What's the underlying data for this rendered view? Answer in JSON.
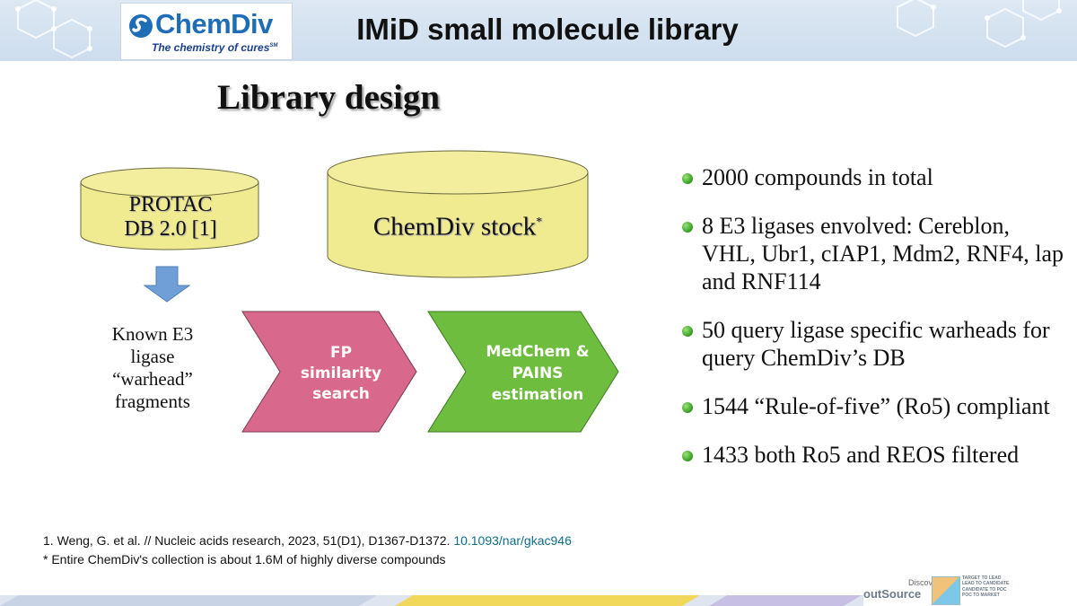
{
  "header": {
    "logo": {
      "name": "ChemDiv",
      "tagline": "The chemistry of cures",
      "tagline_mark": "SM"
    },
    "title": "IMiD small molecule library"
  },
  "slide_title": "Library design",
  "diagram": {
    "protac_db": {
      "line1": "PROTAC",
      "line2": "DB 2.0 [1]"
    },
    "stock_db": {
      "label": "ChemDiv stock",
      "mark": "*"
    },
    "known_fragments": {
      "line1": "Known E3",
      "line2": "ligase",
      "line3": "“warhead”",
      "line4": "fragments"
    },
    "step_fp": {
      "line1": "FP",
      "line2": "similarity",
      "line3": "search"
    },
    "step_medchem": {
      "line1": "MedChem &",
      "line2": "PAINS",
      "line3": "estimation"
    }
  },
  "bullets": [
    "2000 compounds in total",
    "8 E3 ligases envolved: Cereblon, VHL, Ubr1, cIAP1, Mdm2, RNF4, lap and RNF114",
    "50 query ligase specific warheads for query ChemDiv’s DB",
    "1544 “Rule-of-five” (Ro5) compliant",
    "1433 both Ro5 and REOS filtered"
  ],
  "footnotes": {
    "ref1_text": "1. Weng, G. et al. // Nucleic acids research, 2023, 51(D1), D1367-D1372.",
    "ref1_doi": "10.1093/nar/gkac946",
    "note": "* Entire ChemDiv's collection is about 1.6M of highly diverse compounds"
  },
  "footer_logo": {
    "discovery": "Discovery™",
    "outsource": "outSource",
    "lines": [
      "TARGET TO LEAD",
      "LEAD TO CANDIDATE",
      "CANDIDATE TO POC",
      "POC TO MARKET"
    ]
  },
  "colors": {
    "cylinder_fill": "#f0ea90",
    "cylinder_stroke": "#6a6a40",
    "arrow_blue": "#6f9fd6",
    "chevron_pink": "#d9698c",
    "chevron_green": "#6ebd3f",
    "bullet_green": "#3aa825"
  }
}
